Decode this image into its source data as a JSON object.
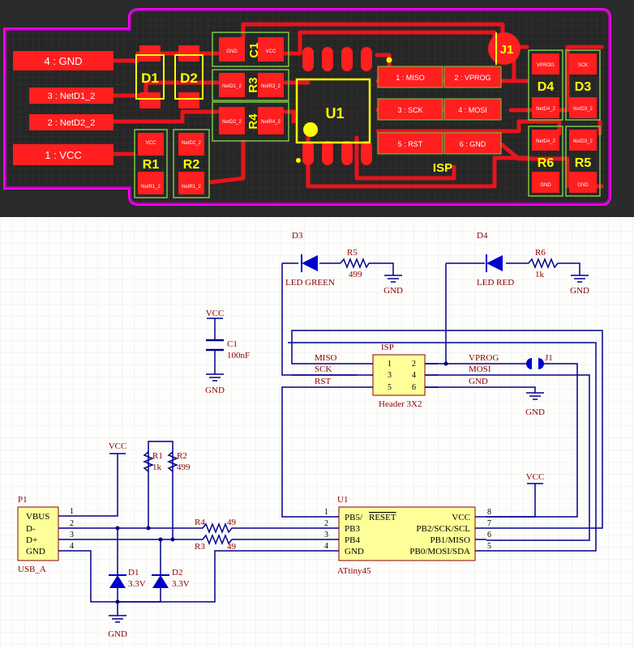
{
  "pcb": {
    "edge_pads": [
      "4 : GND",
      "3 : NetD1_2",
      "2 : NetD2_2",
      "1 : VCC"
    ],
    "designators": {
      "d1": "D1",
      "d2": "D2",
      "c1": "C1",
      "r3": "R3",
      "r4": "R4",
      "r1": "R1",
      "r2": "R2",
      "u1": "U1",
      "j1": "J1",
      "d4": "D4",
      "d3": "D3",
      "r6": "R6",
      "r5": "R5",
      "isp": "ISP"
    },
    "isp_pads": [
      "1 : MISO",
      "2 : VPROG",
      "3 : SCK",
      "4 : MOSI",
      "5 : RST",
      "6 : GND"
    ],
    "small_labels": {
      "r1_top": "VCC",
      "r1_bot": "NetR1_2",
      "r2_top": "NetD2_2",
      "r2_bot": "NetR1_2",
      "d4_top": "VPROG",
      "d4_bot": "NetD4_2",
      "d3_top": "SCK",
      "d3_bot": "NetD3_2",
      "r6_top": "NetD4_2",
      "r6_bot": "GND",
      "r5_top": "NetD3_2",
      "r5_bot": "GND",
      "c1_l": "GND",
      "c1_r": "VCC",
      "r3_l": "NetD1_2",
      "r3_r": "NetR3_2",
      "r4_l": "NetD2_2",
      "r4_r": "NetR4_2"
    },
    "colors": {
      "bg": "#2b2b2b",
      "outline": "#ff00ff",
      "board": "#1e1e1e",
      "copper": "#ff1f1f",
      "silk": "#ffff00",
      "grid": "#5a5a5a",
      "green": "#7ac943"
    }
  },
  "schematic": {
    "colors": {
      "wire": "#00008b",
      "label": "#8b0000",
      "part": "#ffff99",
      "grid": "#dddddd",
      "diode": "#0000cd"
    },
    "d3": {
      "ref": "D3",
      "name": "LED GREEN"
    },
    "r5": {
      "ref": "R5",
      "value": "499"
    },
    "d4": {
      "ref": "D4",
      "name": "LED RED"
    },
    "r6": {
      "ref": "R6",
      "value": "1k"
    },
    "gnd": "GND",
    "vcc": "VCC",
    "c1": {
      "ref": "C1",
      "value": "100nF"
    },
    "isp": {
      "ref": "ISP",
      "type": "Header 3X2",
      "left_nets": [
        "MISO",
        "SCK",
        "RST"
      ],
      "left_pins": [
        "1",
        "3",
        "5"
      ],
      "right_pins": [
        "2",
        "4",
        "6"
      ],
      "right_nets": [
        "VPROG",
        "MOSI",
        "GND"
      ]
    },
    "j1": "J1",
    "r1": {
      "ref": "R1",
      "value": "1k"
    },
    "r2": {
      "ref": "R2",
      "value": "499"
    },
    "p1": {
      "ref": "P1",
      "type": "USB_A",
      "pins": [
        "VBUS",
        "D-",
        "D+",
        "GND"
      ],
      "numbers": [
        "1",
        "2",
        "3",
        "4"
      ]
    },
    "r4": {
      "ref": "R4",
      "value": "49"
    },
    "r3": {
      "ref": "R3",
      "value": "49"
    },
    "u1": {
      "ref": "U1",
      "type": "ATtiny45",
      "left_pins": [
        "PB5/",
        "PB3",
        "PB4",
        "GND"
      ],
      "reset": "RESET",
      "left_numbers": [
        "1",
        "2",
        "3",
        "4"
      ],
      "right_pins": [
        "VCC",
        "PB2/SCK/SCL",
        "PB1/MISO",
        "PB0/MOSI/SDA"
      ],
      "right_numbers": [
        "8",
        "7",
        "6",
        "5"
      ]
    },
    "d1": {
      "ref": "D1",
      "value": "3.3V"
    },
    "d2": {
      "ref": "D2",
      "value": "3.3V"
    }
  }
}
